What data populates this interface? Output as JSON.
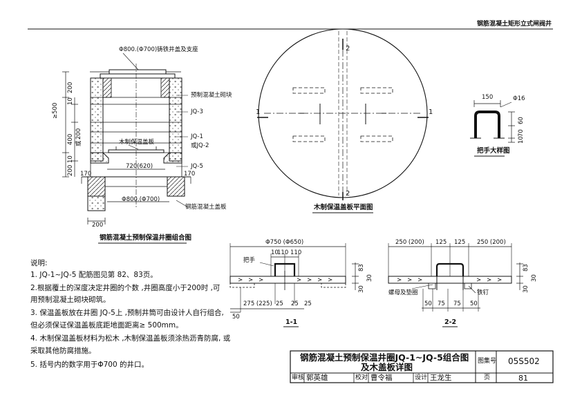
{
  "header": {
    "title": "钢筋混凝土矩形立式闸阀井"
  },
  "left_section": {
    "labels": {
      "cover_seat": "Φ800.(Φ700)铸铁井盖及支座",
      "block": "预制混凝土砌块",
      "jq3": "JQ-3",
      "jq1": "JQ-1",
      "jq2": "或JQ-2",
      "jq5": "JQ-5",
      "wood_board": "木制保温盖板",
      "slab": "钢筋混凝土盖板",
      "dim_720": "720(620)",
      "dim_800": "Φ800.(Φ700)",
      "dim_170a": "170",
      "dim_170b": "170",
      "dim_200": "200",
      "dim_ge500": "≥500",
      "dim_200a": "200",
      "dim_10a": "10",
      "dim_400": "400",
      "dim_or": "或",
      "dim_200b": "200",
      "dim_10b": "10",
      "dim_200c": "200"
    },
    "caption": "钢筋混凝土预制保温井圈组合图"
  },
  "plan_section": {
    "labels": {
      "sec1l": "1",
      "sec1r": "1",
      "sec2t": "2",
      "sec2b": "2"
    },
    "caption": "木制保温盖板平面图"
  },
  "handle_section": {
    "labels": {
      "w150": "150",
      "d16": "Φ16",
      "h60": "60",
      "h70": "70",
      "h10": "10"
    },
    "caption": "把手大样图"
  },
  "sect11": {
    "labels": {
      "top": "Φ750 (Φ650)",
      "d10a": "10",
      "d110a": "110",
      "d110b": "110",
      "handle": "把手",
      "h83": "83",
      "h30": "30",
      "h30b": "30",
      "b275": "275 (225)",
      "b25a": "25",
      "b25b": "25",
      "b25c": "25",
      "b50": "50"
    },
    "caption": "1-1"
  },
  "sect22": {
    "labels": {
      "t250a": "250 (200)",
      "t125a": "125",
      "t125b": "125",
      "t250b": "250 (200)",
      "bolt": "螺母及垫圈",
      "nail": "铁钉",
      "b50a": "50",
      "b75a": "75",
      "b75b": "75",
      "b50b": "50",
      "h83": "83",
      "h30": "30",
      "h30b": "30"
    },
    "caption": "2-2"
  },
  "notes": {
    "heading": "说明:",
    "items": [
      "1. JQ-1~JQ-5 配筋图见第 82、83页。",
      "2.根据覆土的深度决定井圈的个数 ,井圈高度小于200时 ,可",
      "   用预制混凝土砌块砌筑。",
      "3. 保温盖板放在井圈 JQ-5上 ,预制井筒可由设计人自行组合,",
      "   但必须保证保温盖板底距地面距离≥ 500mm。",
      "4. 木制保温盖板材料为松木 ,木制保温盖板须涂热沥青防腐, 或",
      "   采取其他防腐措施。",
      "5. 括号内的数字用于Φ700 的井口。"
    ]
  },
  "title_block": {
    "title_line1": "钢筋混凝土预制保温井圈JQ-1~JQ-5组合图",
    "title_line2": "及木盖板详图",
    "atlas_label": "图集号",
    "atlas_no": "05S502",
    "page_label": "页",
    "page_no": "81",
    "review_label": "审核",
    "reviewer": "郭英雄",
    "check_label": "校对",
    "checker": "曹令福",
    "design_label": "设计",
    "designer": "王龙生"
  }
}
